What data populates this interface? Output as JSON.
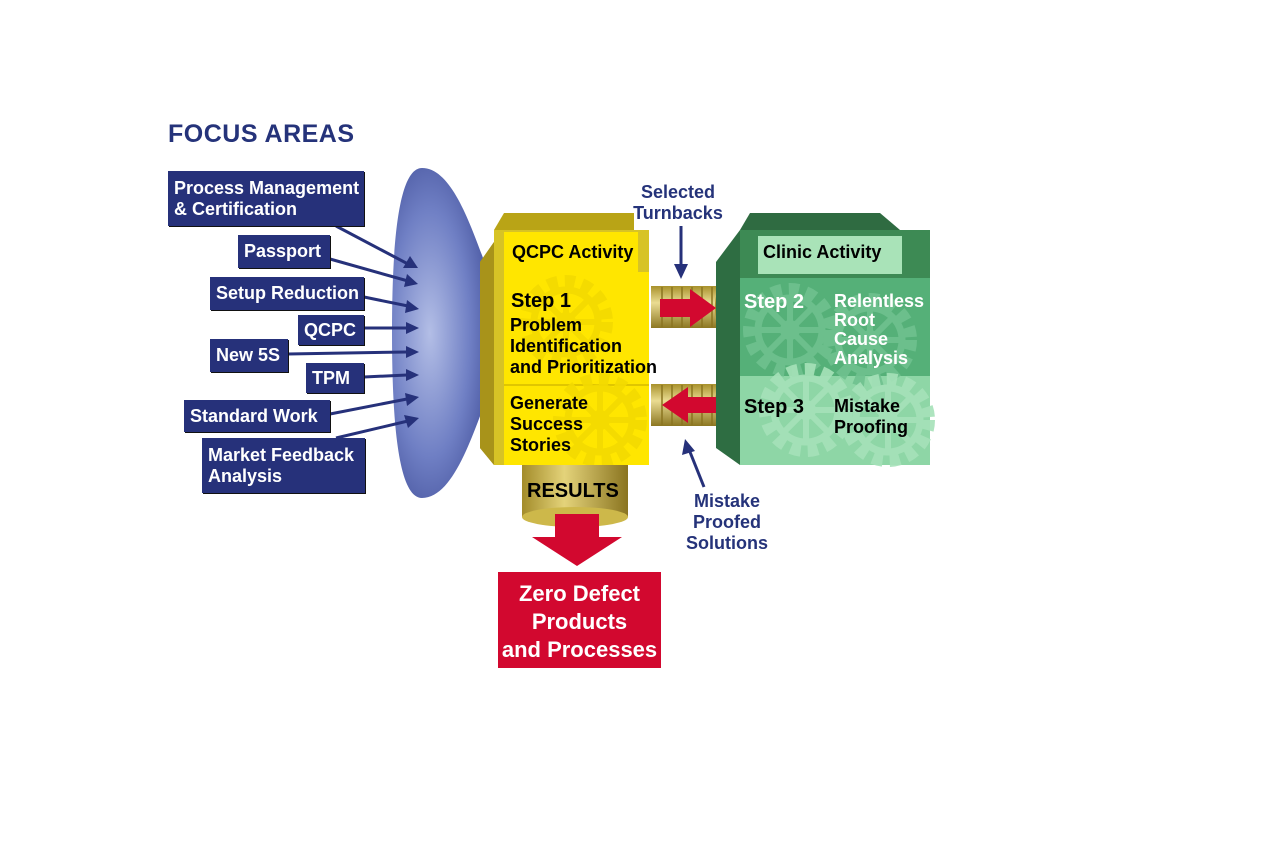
{
  "heading": "FOCUS AREAS",
  "focus_areas": {
    "process_management_line1": "Process Management",
    "process_management_line2": "& Certification",
    "passport": "Passport",
    "setup_reduction": "Setup Reduction",
    "qcpc": "QCPC",
    "new_5s": "New 5S",
    "tpm": "TPM",
    "standard_work": "Standard Work",
    "market_feedback_line1": "Market Feedback",
    "market_feedback_line2": "Analysis"
  },
  "qcpc_block": {
    "title": "QCPC Activity",
    "step1_label": "Step 1",
    "step1_line1": "Problem",
    "step1_line2": "Identification",
    "step1_line3": "and Prioritization",
    "generate_line1": "Generate",
    "generate_line2": "Success",
    "generate_line3": "Stories",
    "results": "RESULTS"
  },
  "clinic_block": {
    "title": "Clinic Activity",
    "step2_label": "Step 2",
    "step2_line1": "Relentless",
    "step2_line2": "Root",
    "step2_line3": "Cause",
    "step2_line4": "Analysis",
    "step3_label": "Step 3",
    "step3_line1": "Mistake",
    "step3_line2": "Proofing"
  },
  "selected_turnbacks_line1": "Selected",
  "selected_turnbacks_line2": "Turnbacks",
  "mistake_proofed_line1": "Mistake",
  "mistake_proofed_line2": "Proofed",
  "mistake_proofed_line3": "Solutions",
  "outcome_line1": "Zero Defect",
  "outcome_line2": "Products",
  "outcome_line3": "and Processes",
  "colors": {
    "navy": "#26317a",
    "yellow": "#ffe600",
    "gold": "#c9b22e",
    "green": "#55b078",
    "light_green": "#8ed6a6",
    "red": "#d2082f"
  }
}
